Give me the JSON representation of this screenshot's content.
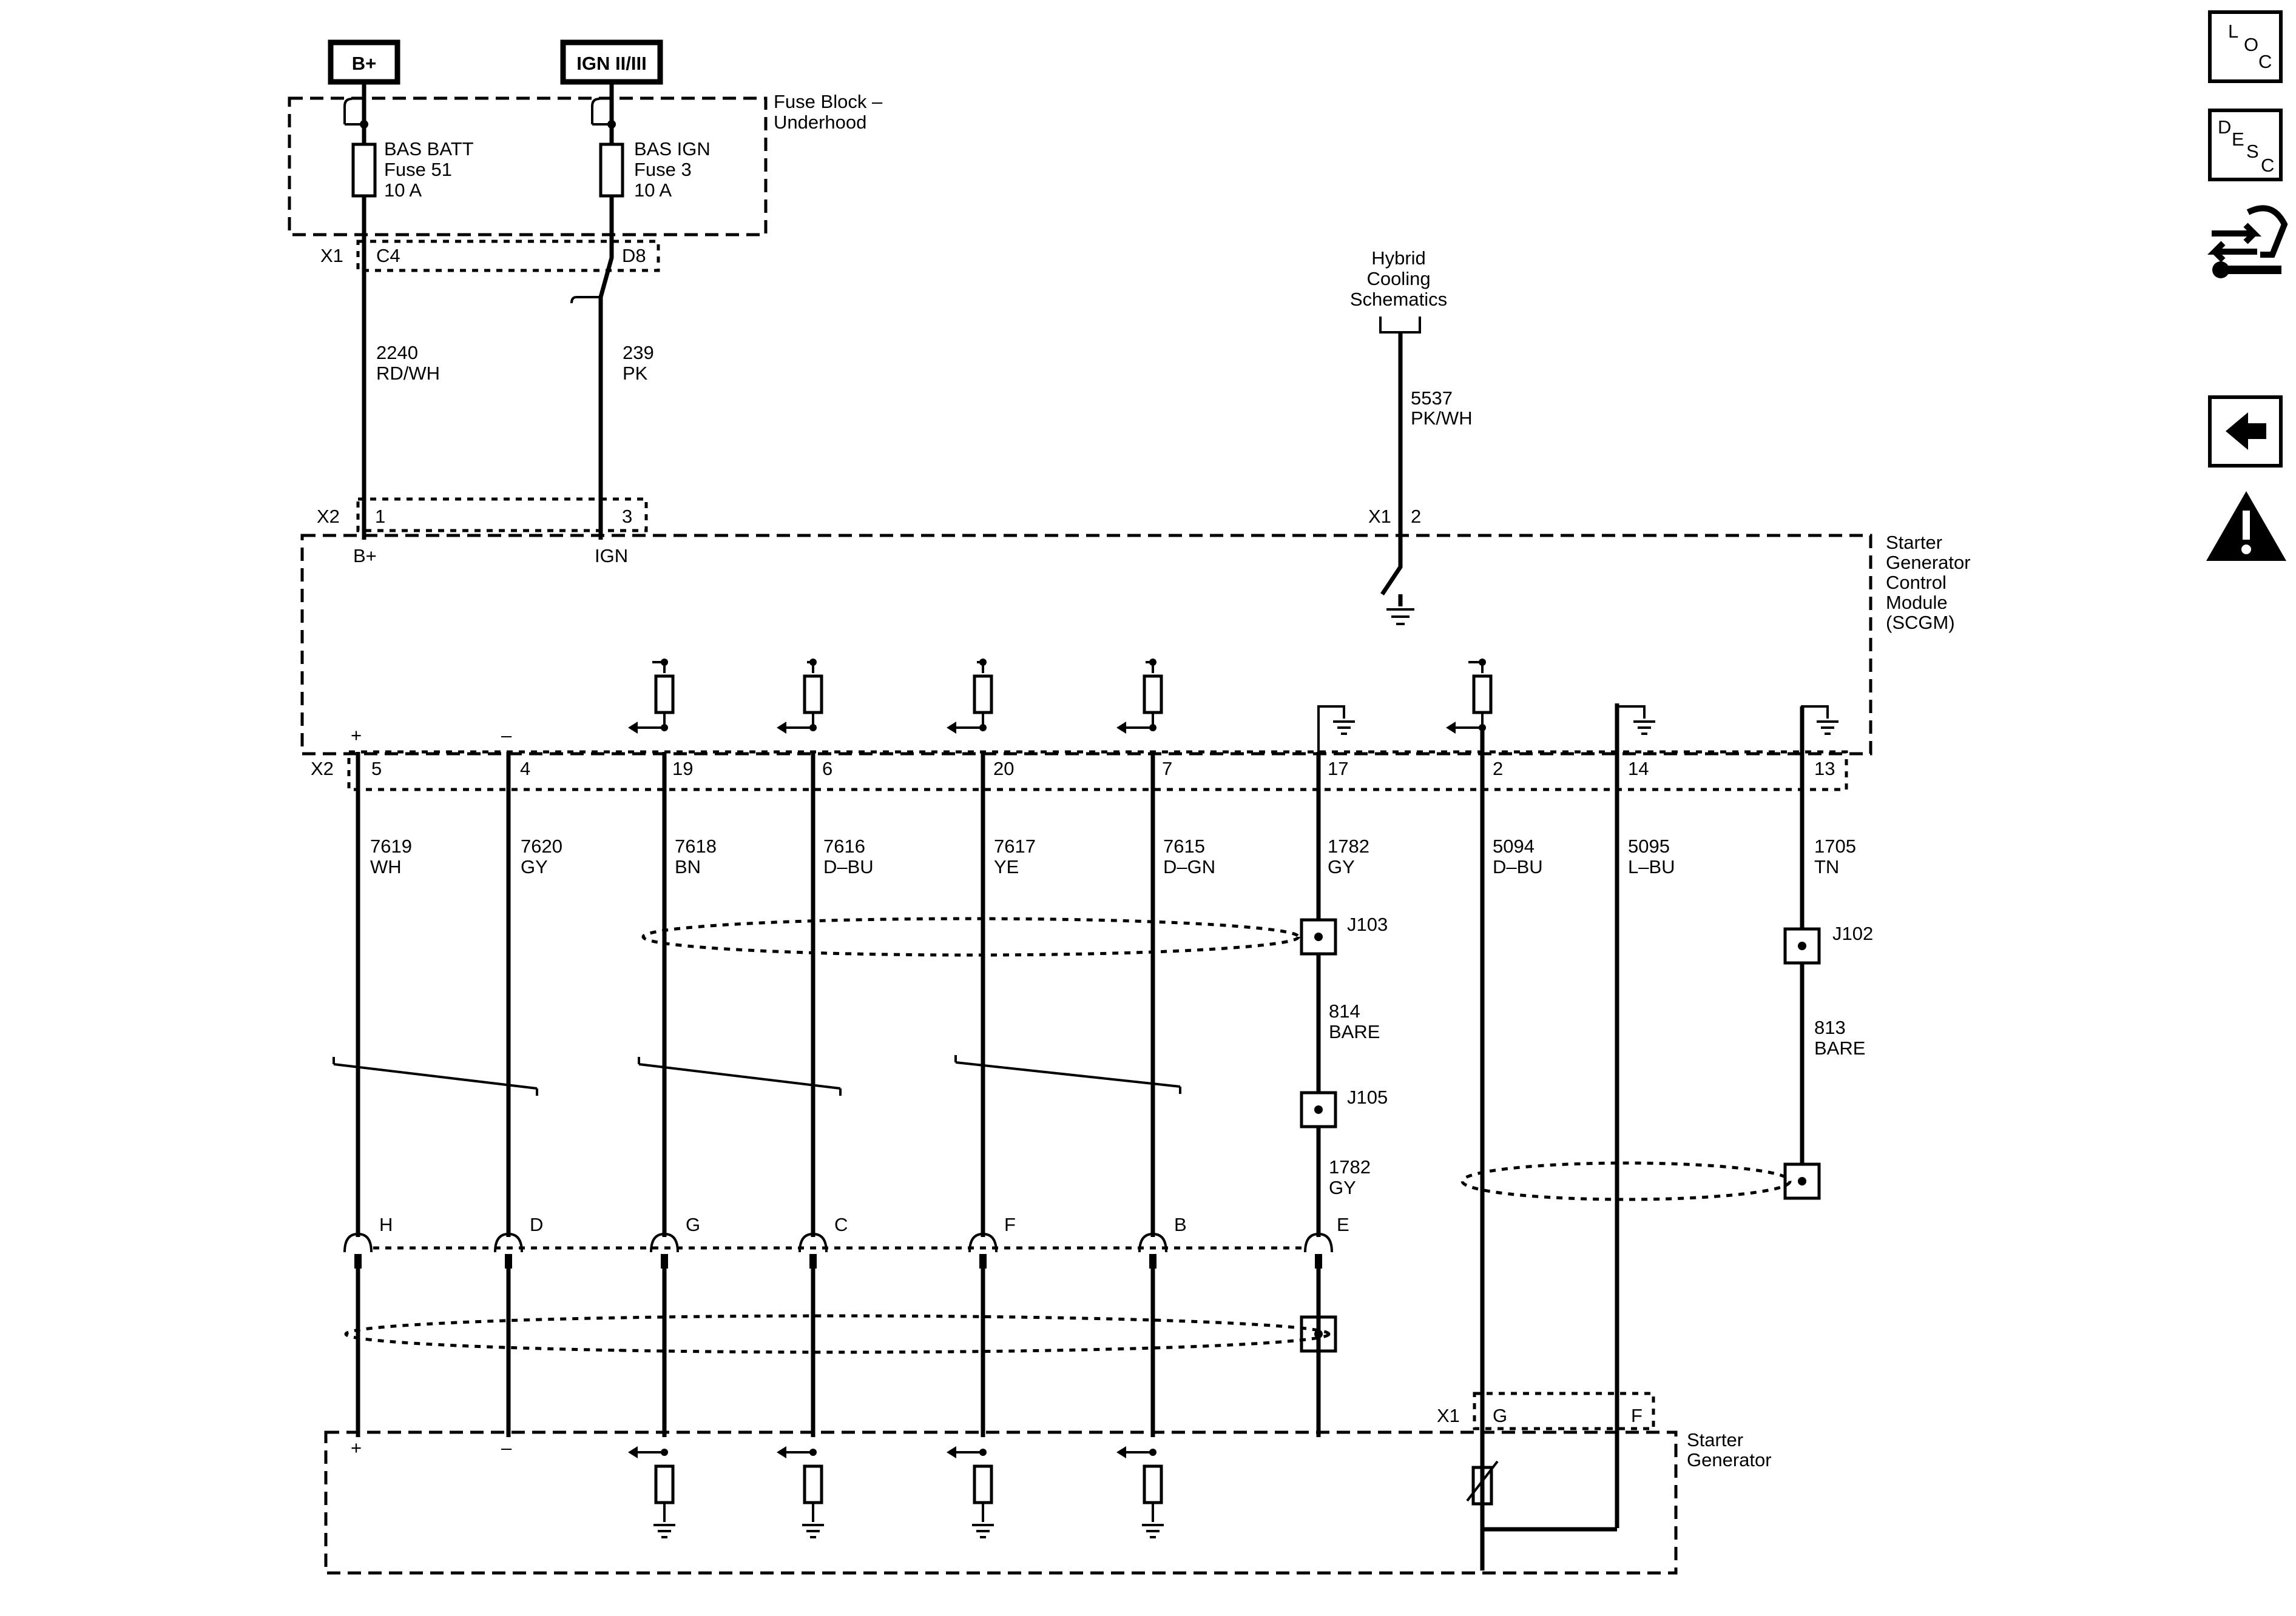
{
  "sources": {
    "bplus": "B+",
    "ign": "IGN II/III"
  },
  "fuse_block": {
    "title_line1": "Fuse Block –",
    "title_line2": "Underhood",
    "fuse1": [
      "BAS BATT",
      "Fuse 51",
      "10 A"
    ],
    "fuse2": [
      "BAS IGN",
      "Fuse 3",
      "10 A"
    ],
    "connector": "X1",
    "pin_c4": "C4",
    "pin_d8": "D8"
  },
  "wires_top": {
    "w2240": [
      "2240",
      "RD/WH"
    ],
    "w239": [
      "239",
      "PK"
    ],
    "w5537": [
      "5537",
      "PK/WH"
    ]
  },
  "hybrid": [
    "Hybrid",
    "Cooling",
    "Schematics"
  ],
  "scgm": {
    "title": [
      "Starter",
      "Generator",
      "Control",
      "Module",
      "(SCGM)"
    ],
    "x2_top": "X2",
    "pin1": "1",
    "pin3": "3",
    "label_bplus": "B+",
    "label_ign": "IGN",
    "x1": "X1",
    "pin2": "2",
    "x2_bottom": "X2",
    "plus": "+",
    "minus": "–"
  },
  "pins_bottom": [
    "5",
    "4",
    "19",
    "6",
    "20",
    "7",
    "17",
    "2",
    "14",
    "13"
  ],
  "wires_mid": [
    [
      "7619",
      "WH"
    ],
    [
      "7620",
      "GY"
    ],
    [
      "7618",
      "BN"
    ],
    [
      "7616",
      "D–BU"
    ],
    [
      "7617",
      "YE"
    ],
    [
      "7615",
      "D–GN"
    ],
    [
      "1782",
      "GY"
    ],
    [
      "5094",
      "D–BU"
    ],
    [
      "5095",
      "L–BU"
    ],
    [
      "1705",
      "TN"
    ]
  ],
  "splices": {
    "j103": "J103",
    "j105": "J105",
    "j102": "J102",
    "w814": [
      "814",
      "BARE"
    ],
    "w1782b": [
      "1782",
      "GY"
    ],
    "w813": [
      "813",
      "BARE"
    ]
  },
  "inline_conn": [
    "H",
    "D",
    "G",
    "C",
    "F",
    "B",
    "E"
  ],
  "starter_gen": {
    "title": [
      "Starter",
      "Generator"
    ],
    "x1": "X1",
    "pin_g": "G",
    "pin_f": "F",
    "plus": "+",
    "minus": "–"
  },
  "side_icons": {
    "loc": [
      "L",
      "O",
      "C"
    ],
    "desc": [
      "D",
      "E",
      "S",
      "C"
    ]
  }
}
